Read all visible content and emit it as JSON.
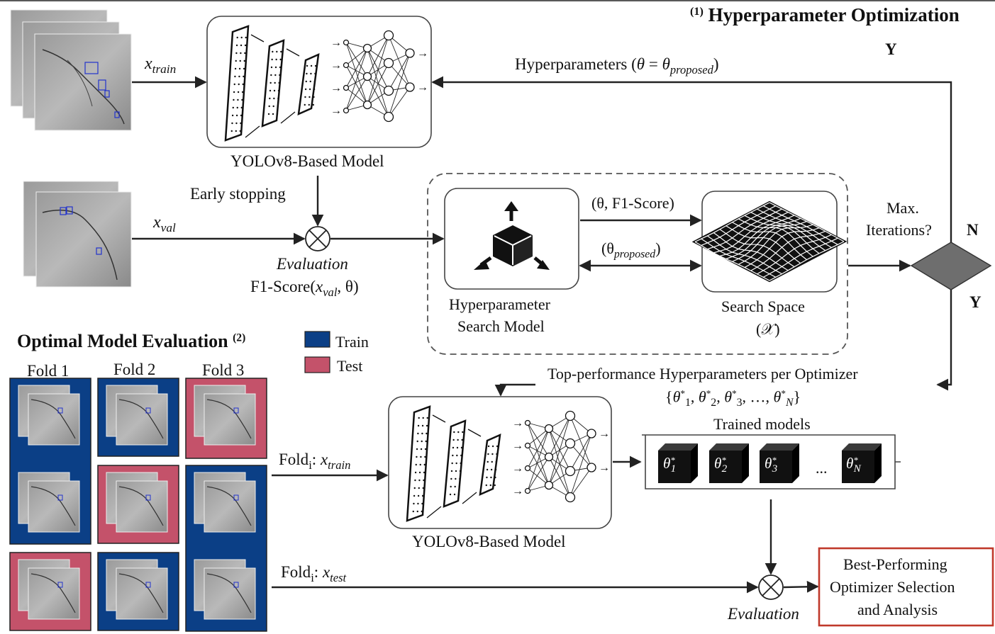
{
  "stage1": {
    "number": "(1)",
    "title": "Hyperparameter Optimization"
  },
  "stage2": {
    "title": "Optimal Model Evaluation",
    "number": "(2)"
  },
  "inputs": {
    "x_train": {
      "var": "x",
      "sub": "train"
    },
    "x_val": {
      "var": "x",
      "sub": "val"
    }
  },
  "model_label": "YOLOv8-Based Model",
  "early_stopping": "Early stopping",
  "hyperparameters_label": {
    "prefix": "Hyperparameters (",
    "theta": "θ",
    "eq": " = ",
    "sub": "proposed",
    "suffix": ")"
  },
  "decision": {
    "yes_label": "Y",
    "no_label": "N",
    "question_line1": "Max.",
    "question_line2": "Iterations?"
  },
  "evaluation_top": {
    "label": "Evaluation",
    "metric_prefix": "F1-Score(",
    "metric_var": "x",
    "metric_sub": "val",
    "metric_suffix": ", θ)"
  },
  "search": {
    "model_line1": "Hyperparameter",
    "model_line2": "Search Model",
    "space_line1": "Search Space",
    "space_line2": "(𝒳)",
    "feedback_label": "(θ, F1-Score)",
    "proposal_label": {
      "prefix": "(θ",
      "sub": "proposed",
      "suffix": ")"
    }
  },
  "top_perf": {
    "line1": "Top-performance Hyperparameters per Optimizer",
    "set_open": "{",
    "set_items": [
      "1",
      "2",
      "3"
    ],
    "set_dots": "…",
    "set_last": "N",
    "set_close": "}"
  },
  "legend": {
    "train": "Train",
    "test": "Test"
  },
  "folds": [
    "Fold 1",
    "Fold 2",
    "Fold 3"
  ],
  "fold_assignment": [
    [
      "train",
      "train",
      "test"
    ],
    [
      "train",
      "test",
      "train"
    ],
    [
      "test",
      "train",
      "train"
    ]
  ],
  "fold_inputs": {
    "train": {
      "prefix": "Fold",
      "i": "i",
      "sep": ": ",
      "var": "x",
      "sub": "train"
    },
    "test": {
      "prefix": "Fold",
      "i": "i",
      "sep": ": ",
      "var": "x",
      "sub": "test"
    }
  },
  "trained_models": {
    "title": "Trained models",
    "items": [
      "1",
      "2",
      "3"
    ],
    "ellipsis": "...",
    "last": "N"
  },
  "evaluation_bottom": "Evaluation",
  "result_box": {
    "line1": "Best-Performing",
    "line2": "Optimizer Selection",
    "line3": "and Analysis"
  },
  "colors": {
    "train": "#0b3f86",
    "test": "#c4526a",
    "result_border": "#c0392b",
    "ink": "#222222",
    "diamond": "#6e6e6e"
  }
}
